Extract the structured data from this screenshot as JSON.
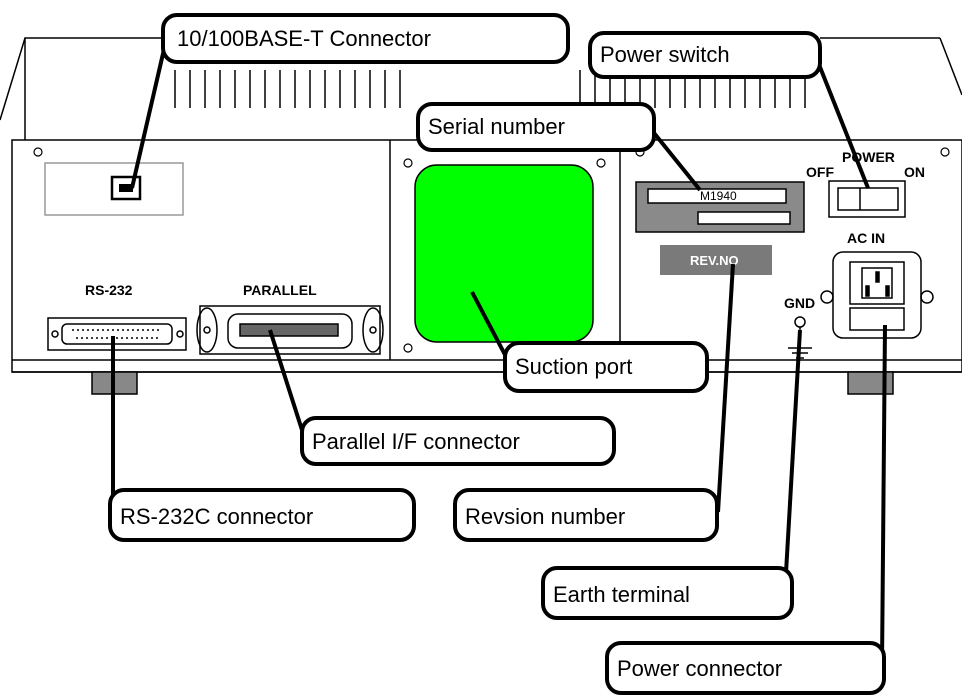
{
  "panel": {
    "rs232_label": "RS-232",
    "parallel_label": "PARALLEL",
    "power_label": "POWER",
    "off_label": "OFF",
    "on_label": "ON",
    "ac_in_label": "AC IN",
    "gnd_label": "GND",
    "serial_value": "M1940",
    "rev_no_label": "REV.NO"
  },
  "callouts": {
    "lan": "10/100BASE-T Connector",
    "power_switch": "Power switch",
    "serial_number": "Serial number",
    "suction_port": "Suction port",
    "parallel_if": "Parallel I/F connector",
    "rs232c": "RS-232C connector",
    "revision_number": "Revsion number",
    "earth_terminal": "Earth terminal",
    "power_connector": "Power connector"
  },
  "colors": {
    "suction_port": "#00ff00",
    "rev_plate": "#7a7a7a",
    "outline": "#000000",
    "lan_box": "#999999"
  }
}
